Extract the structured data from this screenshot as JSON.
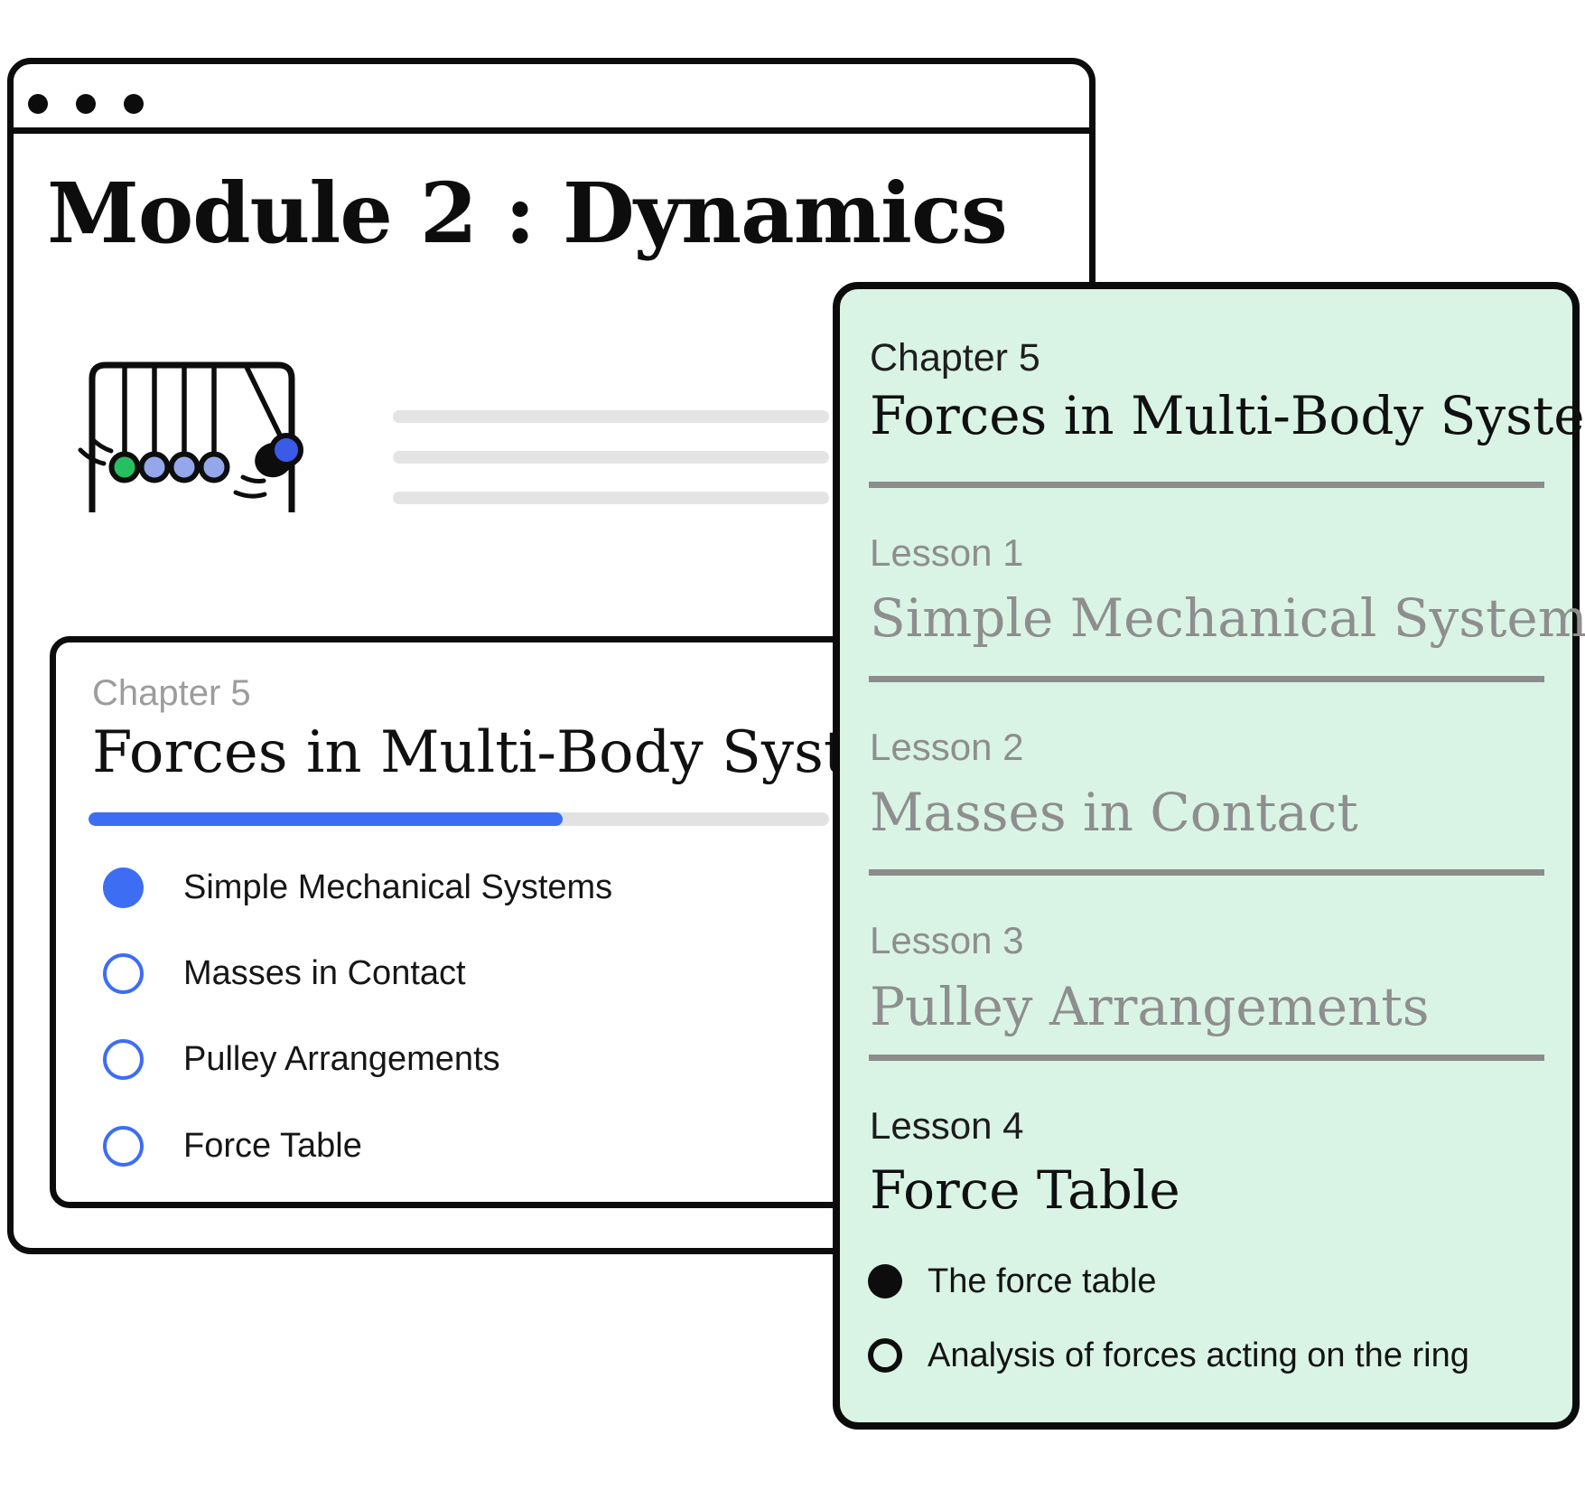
{
  "colors": {
    "accent_blue": "#3d6df3",
    "panel_green": "#d9f4e5",
    "ink": "#0c0c0c",
    "muted_gray": "#9c9c9c",
    "rule_gray": "#8c8c8c",
    "placeholder_gray": "#e4e4e4",
    "ball_green": "#27c060",
    "ball_periwinkle": "#94a7ea",
    "ball_blue": "#3a5be8"
  },
  "browser": {
    "title": "Module 2 : Dynamics"
  },
  "chapter_card": {
    "eyebrow": "Chapter 5",
    "title": "Forces in Multi-Body Systems",
    "progress_percent": 64,
    "lessons": [
      {
        "label": "Simple Mechanical Systems",
        "state": "active"
      },
      {
        "label": "Masses in Contact",
        "state": "todo"
      },
      {
        "label": "Pulley Arrangements",
        "state": "todo"
      },
      {
        "label": "Force Table",
        "state": "todo"
      }
    ]
  },
  "lesson_panel": {
    "chapter_label": "Chapter 5",
    "chapter_title": "Forces in Multi-Body Systems",
    "sections": [
      {
        "label": "Lesson 1",
        "title": "Simple Mechanical Systems",
        "state": "muted"
      },
      {
        "label": "Lesson 2",
        "title": "Masses in Contact",
        "state": "muted"
      },
      {
        "label": "Lesson 3",
        "title": "Pulley Arrangements",
        "state": "muted"
      },
      {
        "label": "Lesson 4",
        "title": "Force Table",
        "state": "active"
      }
    ],
    "topics": [
      {
        "label": "The force table",
        "selected": true
      },
      {
        "label": "Analysis of forces acting on the ring",
        "selected": false
      }
    ]
  }
}
